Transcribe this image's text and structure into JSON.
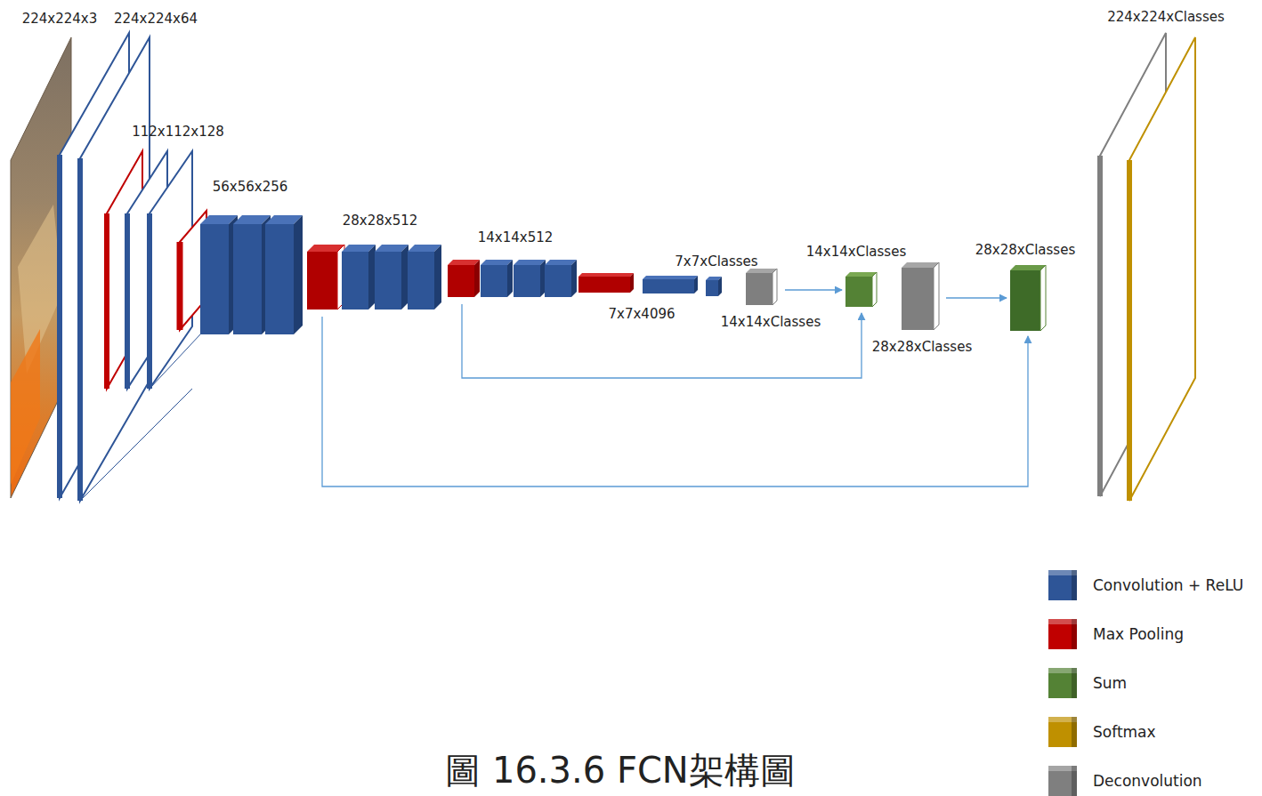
{
  "diagram": {
    "caption": "圖 16.3.6 FCN架構圖",
    "nodes": [
      {
        "text": [
          "224x224x3"
        ]
      },
      {
        "text": [
          "224x224x64"
        ]
      },
      {
        "text": [
          "112x112x128"
        ]
      },
      {
        "text": [
          "56x56x256"
        ]
      },
      {
        "text": [
          "28x28x512"
        ]
      },
      {
        "text": [
          "14x14x512"
        ]
      },
      {
        "text": [
          "7x7x4096"
        ]
      },
      {
        "text": [
          "7x7xClasses"
        ]
      },
      {
        "text": [
          "14x14xClasses"
        ]
      },
      {
        "text": [
          "14x14xClasses"
        ]
      },
      {
        "text": [
          "28x28xClasses"
        ]
      },
      {
        "text": [
          "28x28xClasses"
        ]
      },
      {
        "text": [
          "224x224xClasses"
        ]
      }
    ],
    "edges": [
      {
        "from": 8,
        "to": 9,
        "arrow": "to"
      },
      {
        "from": 5,
        "to": 9,
        "arrow": "to"
      },
      {
        "from": 10,
        "to": 11,
        "arrow": "to"
      },
      {
        "from": 4,
        "to": 11,
        "arrow": "to"
      }
    ],
    "legend": [
      {
        "text": "Convolution + ReLU",
        "color": "#2e5597"
      },
      {
        "text": "Max Pooling",
        "color": "#c00000"
      },
      {
        "text": "Sum",
        "color": "#548235"
      },
      {
        "text": "Softmax",
        "color": "#bf9000"
      },
      {
        "text": "Deconvolution",
        "color": "#7f7f7f"
      }
    ]
  }
}
